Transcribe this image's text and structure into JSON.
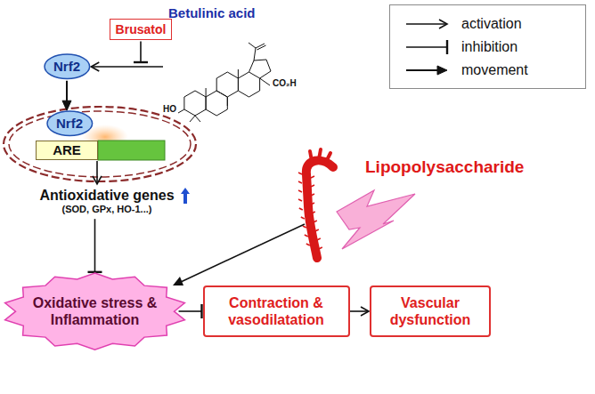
{
  "diagram": {
    "nodes": [
      {
        "text": [
          "Brusatol"
        ]
      },
      {
        "text": [
          "Betulinic acid"
        ]
      },
      {
        "text": [
          "Nrf2"
        ]
      },
      {
        "text": [
          "Nrf2"
        ]
      },
      {
        "text": [
          "ARE"
        ]
      },
      {
        "text": [
          "Antioxidative genes",
          "(SOD, GPx, HO-1...)"
        ]
      },
      {
        "text": [
          "Oxidative stress & Inflammation"
        ]
      },
      {
        "text": [
          "Contraction & vasodilatation"
        ]
      },
      {
        "text": [
          "Vascular dysfunction"
        ]
      }
    ],
    "edges": [
      {
        "from": 1,
        "to": 2,
        "arrow": "to"
      },
      {
        "from": 2,
        "to": 3,
        "arrow": "to"
      },
      {
        "from": 4,
        "to": 5,
        "arrow": "to"
      },
      {
        "from": 5,
        "to": 6,
        "arrow": "to"
      },
      {
        "from": 6,
        "to": 7,
        "arrow": "to"
      },
      {
        "from": 7,
        "to": 8,
        "arrow": "to"
      }
    ],
    "labels": [
      "HO",
      "CO₂H",
      "Lipopolysaccharide"
    ],
    "legend": [
      {
        "text": "activation"
      },
      {
        "text": "inhibition"
      },
      {
        "text": "movement"
      }
    ]
  }
}
